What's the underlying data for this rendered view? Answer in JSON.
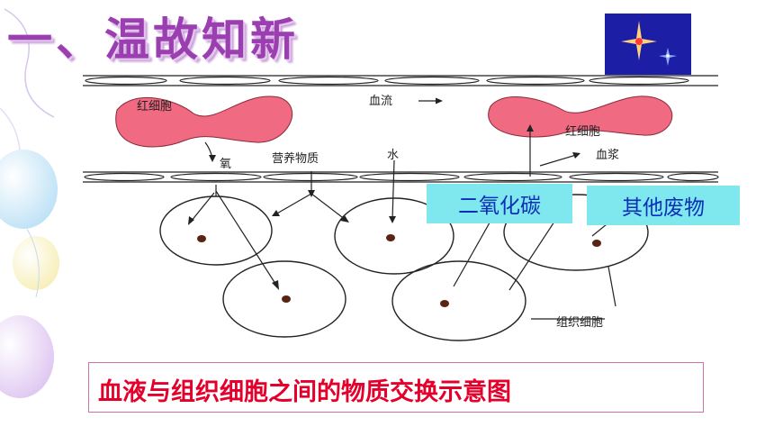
{
  "slide": {
    "title": "一、温故知新",
    "caption": "血液与组织细胞之间的物质交换示意图"
  },
  "diagram": {
    "labels": {
      "rbc_left": "红细胞",
      "rbc_right": "红细胞",
      "blood_flow": "血流",
      "oxygen": "氧",
      "nutrients": "营养物质",
      "water": "水",
      "plasma": "血浆",
      "tissue_cell": "组织细胞"
    },
    "overlay_tags": {
      "co2": "二氧化碳",
      "other_waste": "其他废物"
    }
  },
  "colors": {
    "title": "#9b3fb0",
    "caption": "#e4002b",
    "tag_bg": "#7fe8ee",
    "tag_text": "#0d2fb8",
    "rbc": "#f06a82"
  }
}
